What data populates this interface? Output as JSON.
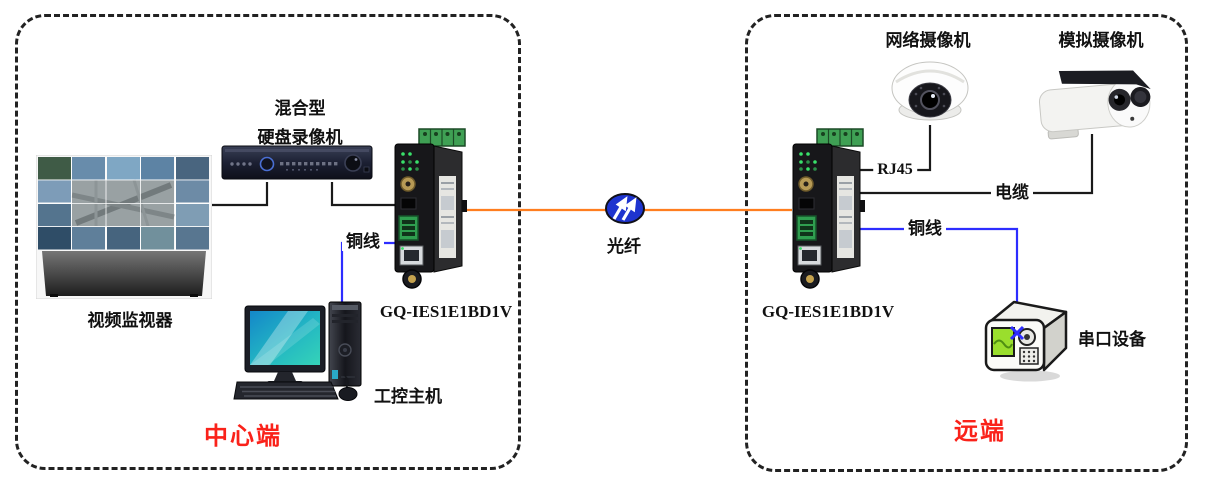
{
  "colors": {
    "fiber_line": "#ff7e1f",
    "copper_line": "#2d2dff",
    "cable_line": "#1a1a1a",
    "zone_label": "#fa221a",
    "label": "#111111",
    "border": "#222222",
    "fiber_icon_fill": "#1e34cf"
  },
  "center_zone": {
    "label": "中心端",
    "video_wall_label": "视频监视器",
    "dvr_label_line1": "混合型",
    "dvr_label_line2": "硬盘录像机",
    "converter_label": "GQ-IES1E1BD1V",
    "workstation_label": "工控主机",
    "copper_label": "铜线"
  },
  "fiber_link": {
    "label": "光纤"
  },
  "remote_zone": {
    "label": "远端",
    "converter_label": "GQ-IES1E1BD1V",
    "ip_camera_label": "网络摄像机",
    "analog_camera_label": "模拟摄像机",
    "serial_device_label": "串口设备",
    "rj45_label": "RJ45",
    "cable_label": "电缆",
    "copper_label": "铜线"
  }
}
